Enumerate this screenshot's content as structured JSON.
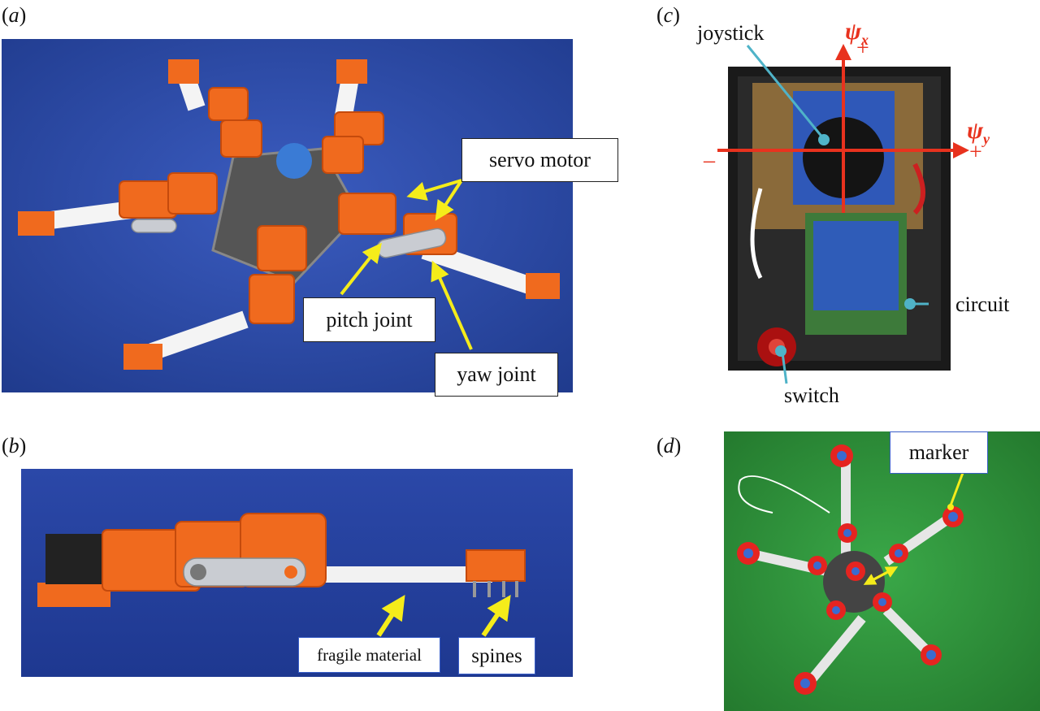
{
  "panels": {
    "a": {
      "label_open": "(",
      "label_letter": "a",
      "label_close": ")",
      "callouts": {
        "servo_motor": "servo motor",
        "pitch_joint": "pitch joint",
        "yaw_joint": "yaw joint"
      }
    },
    "b": {
      "label_open": "(",
      "label_letter": "b",
      "label_close": ")",
      "callouts": {
        "fragile_material": "fragile material",
        "spines": "spines"
      }
    },
    "c": {
      "label_open": "(",
      "label_letter": "c",
      "label_close": ")",
      "labels": {
        "joystick": "joystick",
        "circuit": "circuit",
        "switch": "switch"
      },
      "axes": {
        "x_symbol": "ψ",
        "x_sub": "x",
        "y_symbol": "ψ",
        "y_sub": "y",
        "plus_x": "+",
        "plus_y": "+",
        "minus_y": "–"
      }
    },
    "d": {
      "label_open": "(",
      "label_letter": "d",
      "label_close": ")",
      "callouts": {
        "marker": "marker"
      }
    }
  },
  "colors": {
    "arrow_yellow": "#f5ec1a",
    "axis_red": "#e8321e",
    "leader_blue": "#4fb3c8",
    "backdrop_blue": "#2d4aa6",
    "robot_orange": "#f06a1e",
    "grass_green": "#2e9a3a",
    "marker_red": "#e52420"
  }
}
